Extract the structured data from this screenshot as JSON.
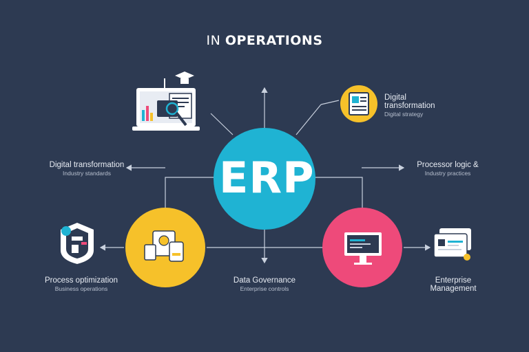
{
  "title": {
    "light": "IN ",
    "bold": "OPERATIONS"
  },
  "hub": {
    "label": "ERP"
  },
  "nodes": {
    "top_right": {
      "title": "Digital",
      "title2": "transformation",
      "subtitle": "Digital strategy"
    },
    "left": {
      "title": "Digital transformation",
      "subtitle": "Industry standards"
    },
    "right": {
      "title": "Processor logic &",
      "subtitle": "Industry practices"
    },
    "bottom_left": {
      "title": "Process optimization",
      "subtitle": "Business operations"
    },
    "bottom_center": {
      "title": "Data Governance",
      "subtitle": "Enterprise controls"
    },
    "bottom_right": {
      "title": "Enterprise",
      "title2": "Management"
    }
  },
  "colors": {
    "background": "#2d3a52",
    "hub": "#1fb3d3",
    "yellow": "#f6c12a",
    "pink": "#ee4a7a",
    "line": "#c9d1de"
  },
  "icons": {
    "top_left": "laptop-analytics-icon",
    "top_right": "document-icon",
    "bottom_left": "devices-icon",
    "bottom_right": "monitor-icon",
    "left": "shield-icon",
    "right": "dashboard-icon"
  }
}
